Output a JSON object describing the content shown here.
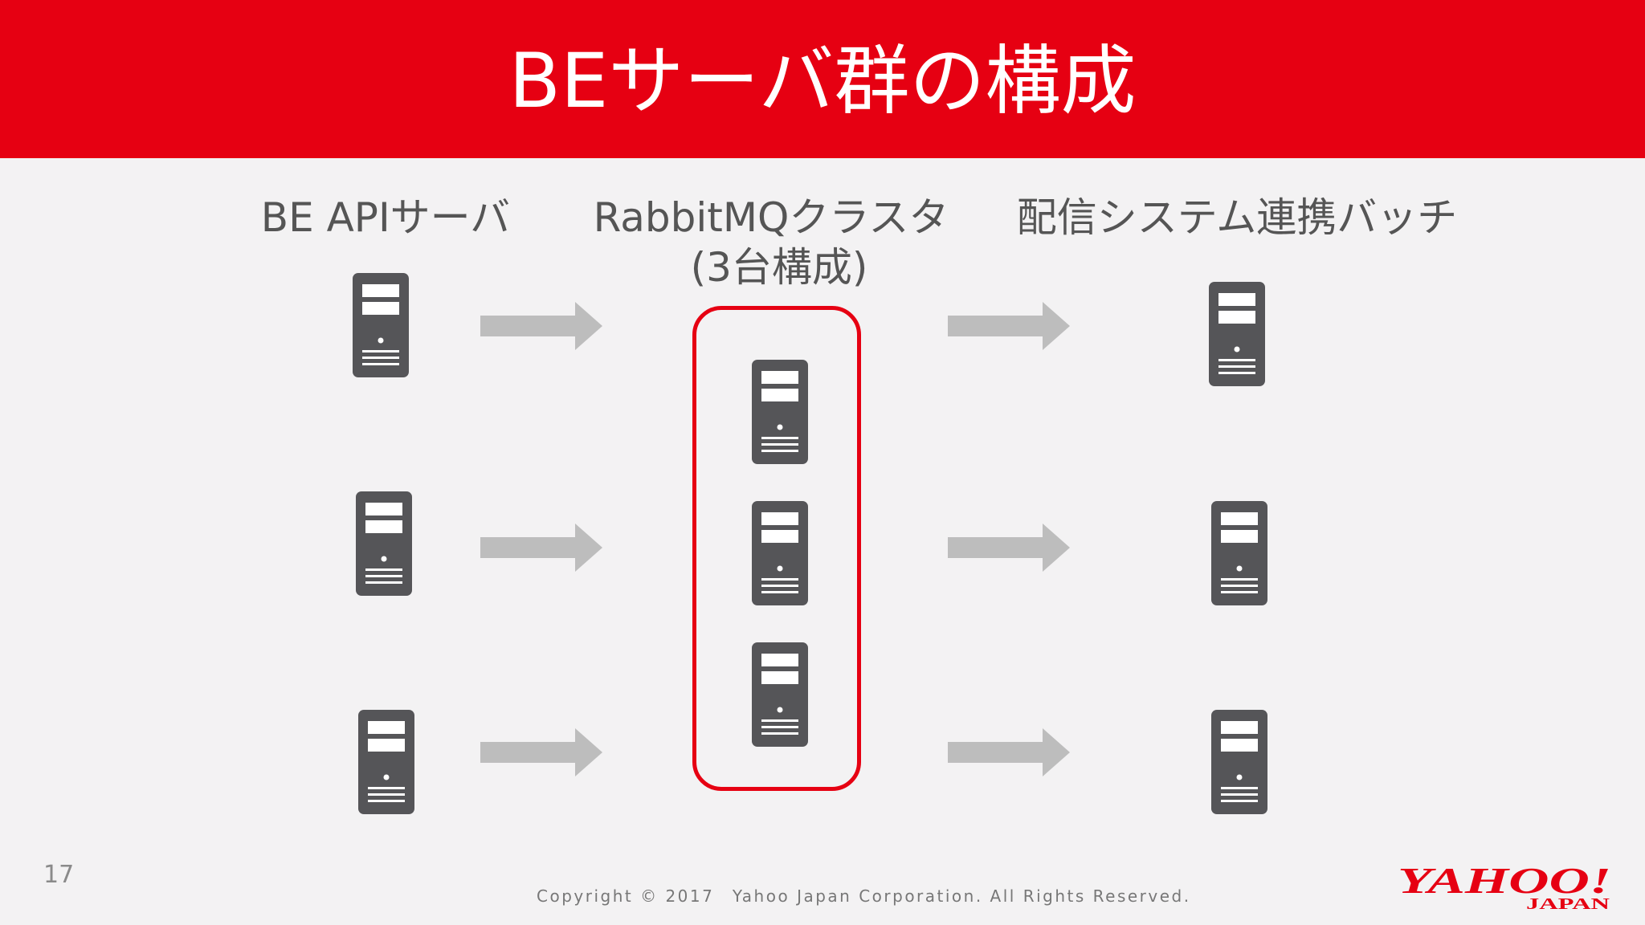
{
  "slide": {
    "title": "BEサーバ群の構成",
    "page_number": "17",
    "copyright": "Copyright © 2017　Yahoo Japan Corporation. All Rights Reserved."
  },
  "columns": {
    "left": {
      "label": "BE APIサーバ"
    },
    "middle": {
      "label_line1": "RabbitMQクラスタ",
      "label_line2": "(3台構成)"
    },
    "right": {
      "label": "配信システム連携バッチ"
    }
  },
  "logo": {
    "text": "YAHOO!",
    "subtext": "JAPAN"
  },
  "colors": {
    "brand_red": "#e60012",
    "server_gray": "#555558",
    "arrow_gray": "#bdbdbd",
    "background": "#f3f2f3"
  },
  "icons": [
    "server-icon",
    "arrow-right-icon"
  ]
}
